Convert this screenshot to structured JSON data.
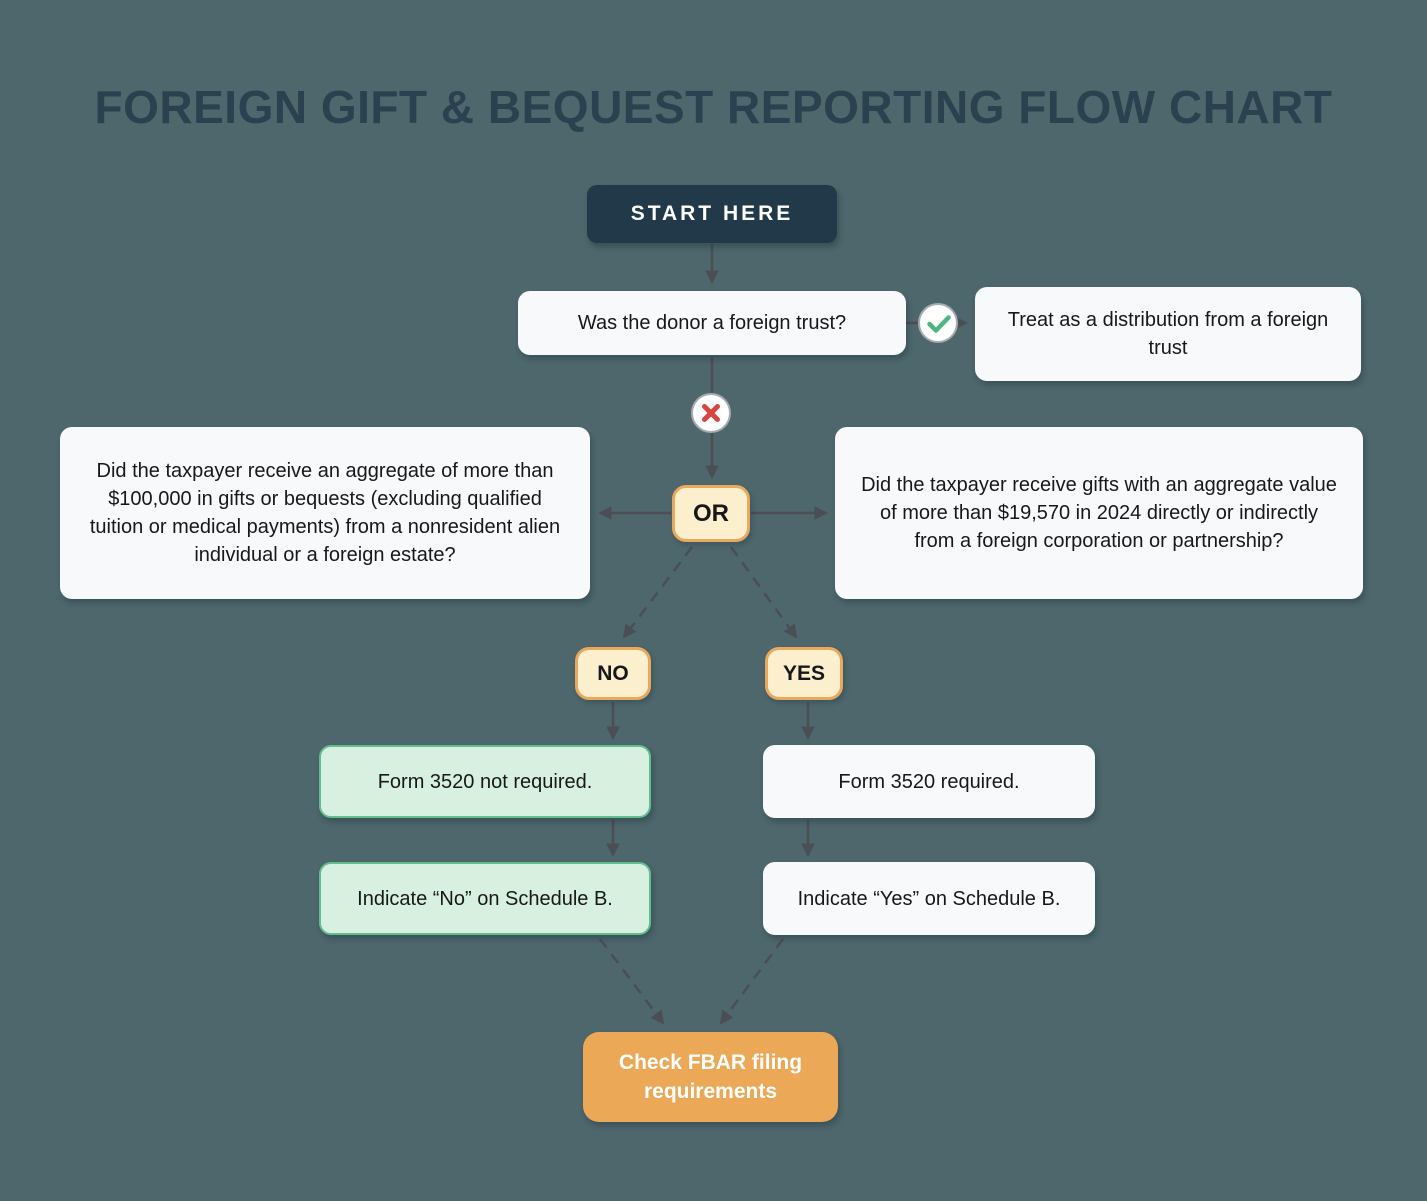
{
  "title": "FOREIGN GIFT & BEQUEST REPORTING FLOW CHART",
  "nodes": {
    "start": "START HERE",
    "donor_question": "Was the donor a foreign trust?",
    "treat_distribution": "Treat as a distribution from a foreign trust",
    "individual_question": "Did the taxpayer receive an aggregate of more than $100,000 in gifts or bequests (excluding qualified tuition or medical payments) from a nonresident alien individual or a foreign estate?",
    "or": "OR",
    "corporation_question": "Did the taxpayer receive gifts with an aggregate value of more than $19,570 in 2024 directly or indirectly from a foreign corporation or partnership?",
    "no": "NO",
    "yes": "YES",
    "form_not_required": "Form 3520 not required.",
    "form_required": "Form 3520 required.",
    "schedule_no": "Indicate “No” on Schedule B.",
    "schedule_yes": "Indicate “Yes” on Schedule B.",
    "fbar": "Check FBAR filing requirements"
  },
  "icons": {
    "yes_branch": "check-icon",
    "no_branch": "x-icon"
  },
  "colors": {
    "background": "#4D676D",
    "title_text": "#2B4150",
    "start_node": "#223949",
    "card_white": "#F7F9FB",
    "decision_cream": "#FBEFCE",
    "decision_border": "#E9A85C",
    "result_green": "#D7F0DF",
    "result_green_border": "#62BE8E",
    "fbar_orange": "#EBA857",
    "connector": "#4B4E55",
    "check_green": "#4CB583",
    "x_red": "#D8453F"
  }
}
